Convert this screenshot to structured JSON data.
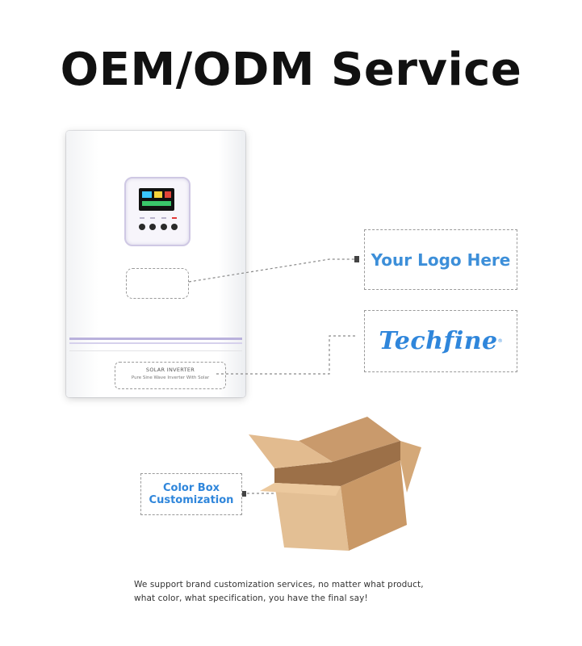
{
  "title": "OEM/ODM Service",
  "inverter": {
    "label_title": "SOLAR INVERTER",
    "label_subtitle": "Pure Sine Wave Inverter With Solar"
  },
  "callouts": {
    "logo_placeholder": "Your Logo Here",
    "brand_name": "Techfine",
    "brand_mark": "®",
    "color_box_line1": "Color Box",
    "color_box_line2": "Customization"
  },
  "footer": {
    "line1": "We support brand customization services, no matter what product,",
    "line2": "what color, what specification, you have the final say!"
  },
  "colors": {
    "accent_blue": "#2f86db",
    "stripe_purple": "#b9b1dc",
    "box_brown": "#d9ae82"
  }
}
